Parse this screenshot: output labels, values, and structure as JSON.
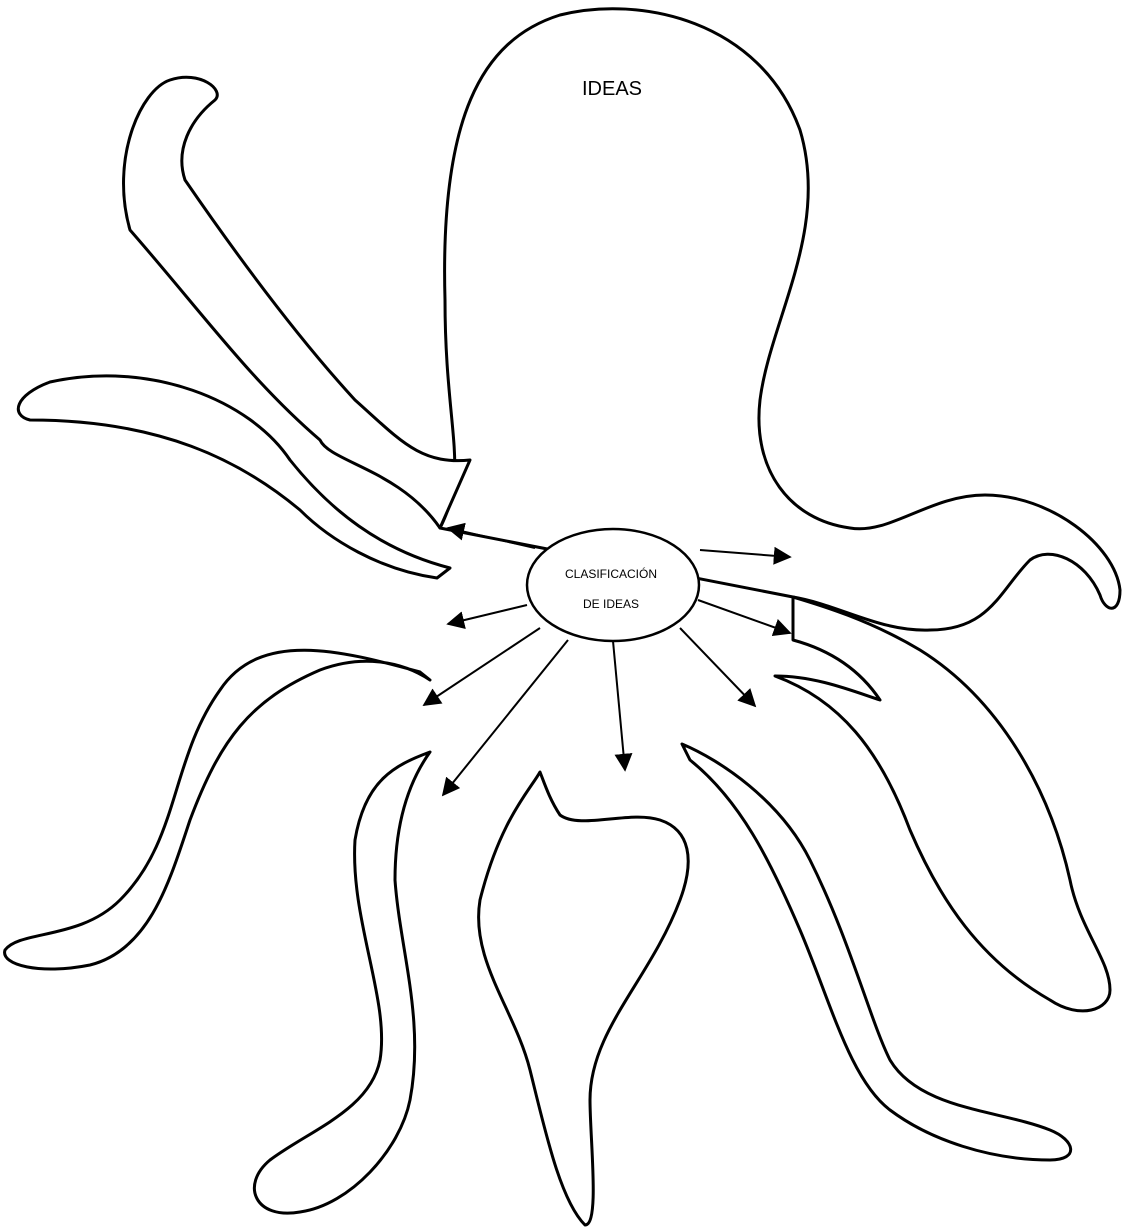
{
  "diagram": {
    "head_label": "IDEAS",
    "center_label_line1": "CLASIFICACIÓN",
    "center_label_line2": "DE IDEAS",
    "colors": {
      "stroke": "#000000",
      "fill": "#ffffff"
    },
    "arrow_count": 8
  }
}
